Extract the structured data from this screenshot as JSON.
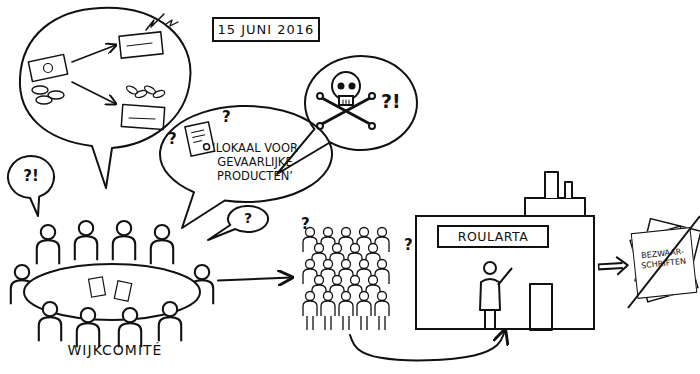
{
  "diagram": {
    "nodes": [
      {
        "text": [
          "15 JUNI 2016"
        ]
      },
      {
        "text": [
          "?!"
        ]
      },
      {
        "text": [
          "‘LOKAAL VOOR GEVAARLIJKE PRODUCTEN’"
        ]
      },
      {
        "text": [
          "?!"
        ]
      },
      {
        "text": [
          "?"
        ]
      },
      {
        "text": [
          "WIJKCOMITÉ"
        ]
      },
      {
        "text": [
          "?"
        ]
      },
      {
        "text": [
          "ROULARTA"
        ]
      },
      {
        "text": [
          "BEZWAAR- SCHRIFTEN"
        ]
      }
    ],
    "edges": [
      {
        "from": 5,
        "to": 6,
        "arrow": "to"
      },
      {
        "from": 6,
        "to": 7,
        "arrow": "to"
      },
      {
        "from": 7,
        "to": 8,
        "arrow": "to"
      }
    ],
    "labels": [
      "?",
      "?",
      "?"
    ]
  }
}
